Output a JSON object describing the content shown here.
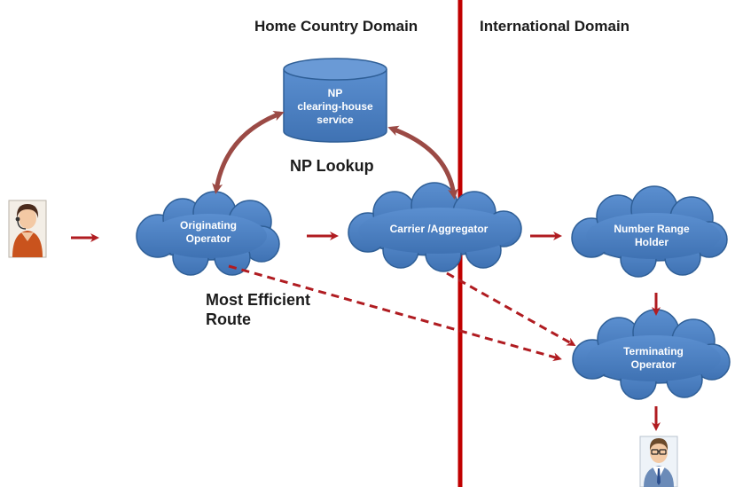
{
  "domains": {
    "home": "Home Country Domain",
    "international": "International Domain"
  },
  "nodes": {
    "clearing_house": {
      "line1": "NP",
      "line2": "clearing-house",
      "line3": "service"
    },
    "originating": {
      "line1": "Originating",
      "line2": "Operator"
    },
    "carrier": {
      "line1": "Carrier /Aggregator"
    },
    "number_range": {
      "line1": "Number Range",
      "line2": "Holder"
    },
    "terminating": {
      "line1": "Terminating",
      "line2": "Operator"
    }
  },
  "labels": {
    "np_lookup": "NP Lookup",
    "route_line1": "Most Efficient",
    "route_line2": "Route"
  },
  "icons": {
    "caller": "caller-person-icon",
    "callee": "callee-person-icon"
  },
  "colors": {
    "node_fill": "#4a7ec0",
    "node_stroke": "#2f5f97",
    "arrow": "#b01c21",
    "brown_arrow": "#9b4a45",
    "divider": "#c00000"
  }
}
